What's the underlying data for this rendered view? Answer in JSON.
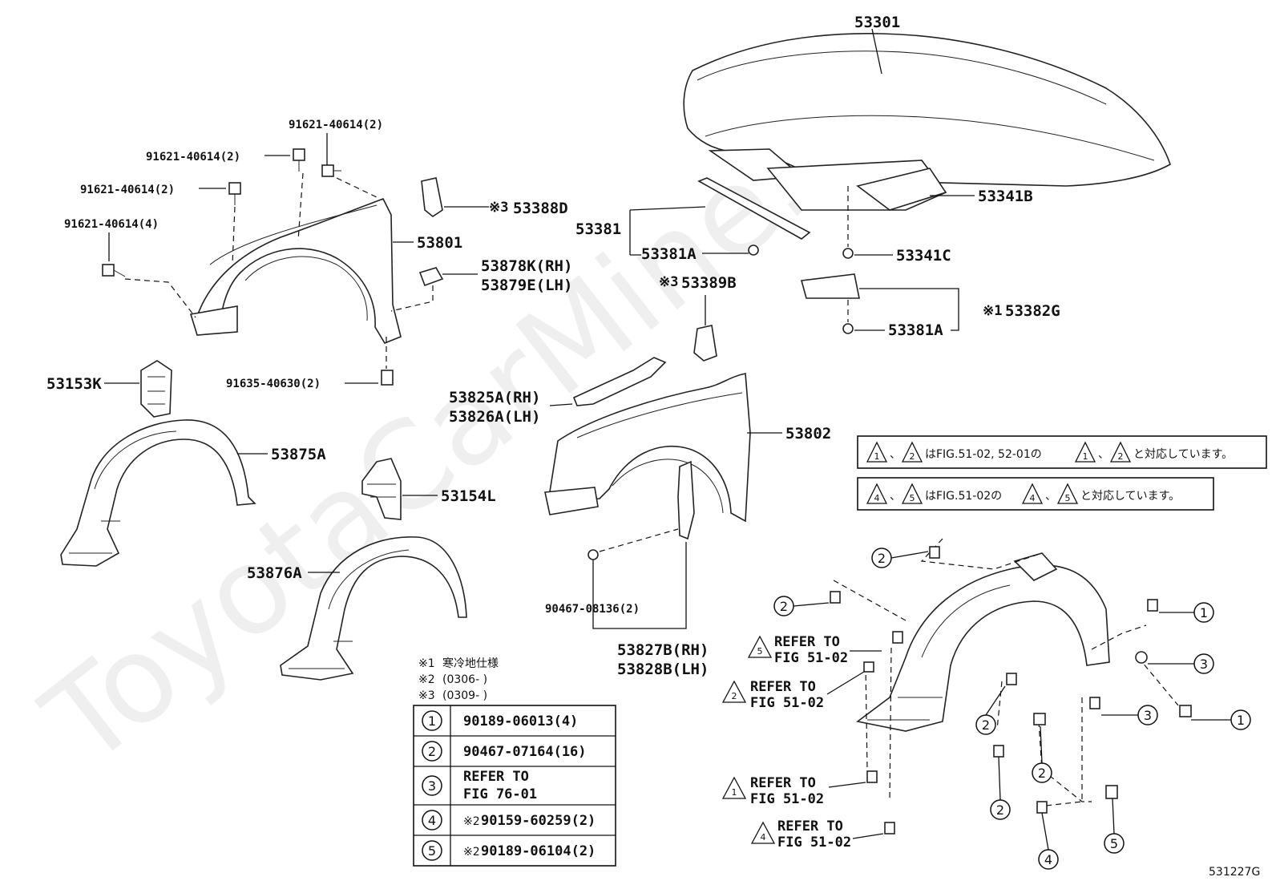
{
  "watermark": "ToyotaCarMine.ru",
  "figure_code": "531227G",
  "callouts": {
    "hood": "53301",
    "hood_inner_panel": "53341B",
    "hood_seal": "53381",
    "hood_seal_clip_upper": "53381A",
    "hood_cushion": "53341C",
    "hood_seal_lower": "53382G",
    "hood_seal_clip_lower": "53381A",
    "mark_53382g": "※1",
    "bracket_53388d": "53388D",
    "mark_53388d": "※3",
    "bracket_53389b": "53389B",
    "mark_53389b": "※3",
    "fender_upper": "53801",
    "fender_lower": "53802",
    "fender_bracket_rh": "53878K(RH)",
    "fender_bracket_lh": "53879E(LH)",
    "fender_seal_upper_rh": "53825A(RH)",
    "fender_seal_upper_lh": "53826A(LH)",
    "fender_seal_lower_rh": "53827B(RH)",
    "fender_seal_lower_lh": "53828B(LH)",
    "bolt_a": "91621-40614(2)",
    "bolt_b": "91621-40614(2)",
    "bolt_c": "91621-40614(2)",
    "bolt_d": "91621-40614(4)",
    "bolt_e": "91635-40630(2)",
    "clip_f": "90467-08136(2)",
    "mudguard_53153k": "53153K",
    "mudguard_53154l": "53154L",
    "liner_53875a": "53875A",
    "liner_53876a": "53876A"
  },
  "notes": [
    {
      "mark": "※1",
      "text": "寒冷地仕様"
    },
    {
      "mark": "※2",
      "text": "(0306-          )"
    },
    {
      "mark": "※3",
      "text": "(0309-          )"
    }
  ],
  "reference_notes": [
    {
      "t1": "1",
      "t2": "2",
      "text": "はFIG.51-02, 52-01の",
      "t3": "1",
      "t4": "2",
      "tail": "と対応しています。"
    },
    {
      "t1": "4",
      "t2": "5",
      "text": "はFIG.51-02の",
      "t3": "4",
      "t4": "5",
      "tail": "と対応しています。"
    }
  ],
  "parts_table": [
    {
      "num": "1",
      "mark": "",
      "text": "90189-06013(4)"
    },
    {
      "num": "2",
      "mark": "",
      "text": "90467-07164(16)"
    },
    {
      "num": "3",
      "mark": "",
      "line1": "REFER TO",
      "line2": "FIG 76-01"
    },
    {
      "num": "4",
      "mark": "※2",
      "text": "90159-60259(2)"
    },
    {
      "num": "5",
      "mark": "※2",
      "text": "90189-06104(2)"
    }
  ],
  "fig_refs": [
    {
      "tri": "5",
      "line1": "REFER TO",
      "line2": "FIG 51-02"
    },
    {
      "tri": "2",
      "line1": "REFER TO",
      "line2": "FIG 51-02"
    },
    {
      "tri": "1",
      "line1": "REFER TO",
      "line2": "FIG 51-02"
    },
    {
      "tri": "4",
      "line1": "REFER TO",
      "line2": "FIG 51-02"
    }
  ],
  "circle_callouts": [
    "2",
    "2",
    "1",
    "3",
    "2",
    "2",
    "3",
    "1",
    "2",
    "4",
    "5"
  ]
}
